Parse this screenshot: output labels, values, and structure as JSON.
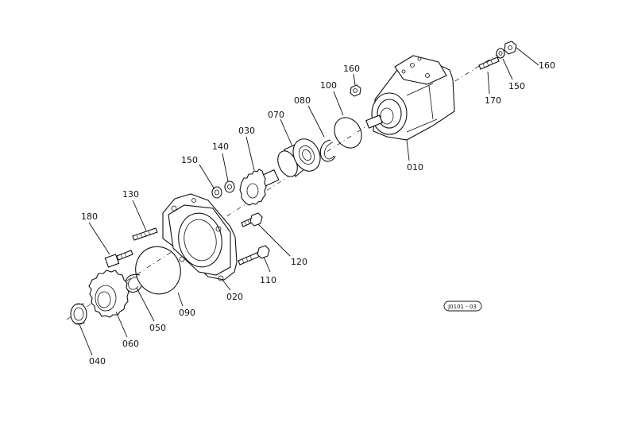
{
  "callouts": {
    "c010": "010",
    "c020": "020",
    "c030": "030",
    "c040": "040",
    "c050": "050",
    "c060": "060",
    "c070": "070",
    "c080": "080",
    "c090": "090",
    "c100": "100",
    "c110": "110",
    "c120": "120",
    "c130": "130",
    "c140": "140",
    "c150a": "150",
    "c150b": "150",
    "c160a": "160",
    "c160b": "160",
    "c170": "170",
    "c180": "180"
  },
  "reference_code": "J0101 - 03"
}
